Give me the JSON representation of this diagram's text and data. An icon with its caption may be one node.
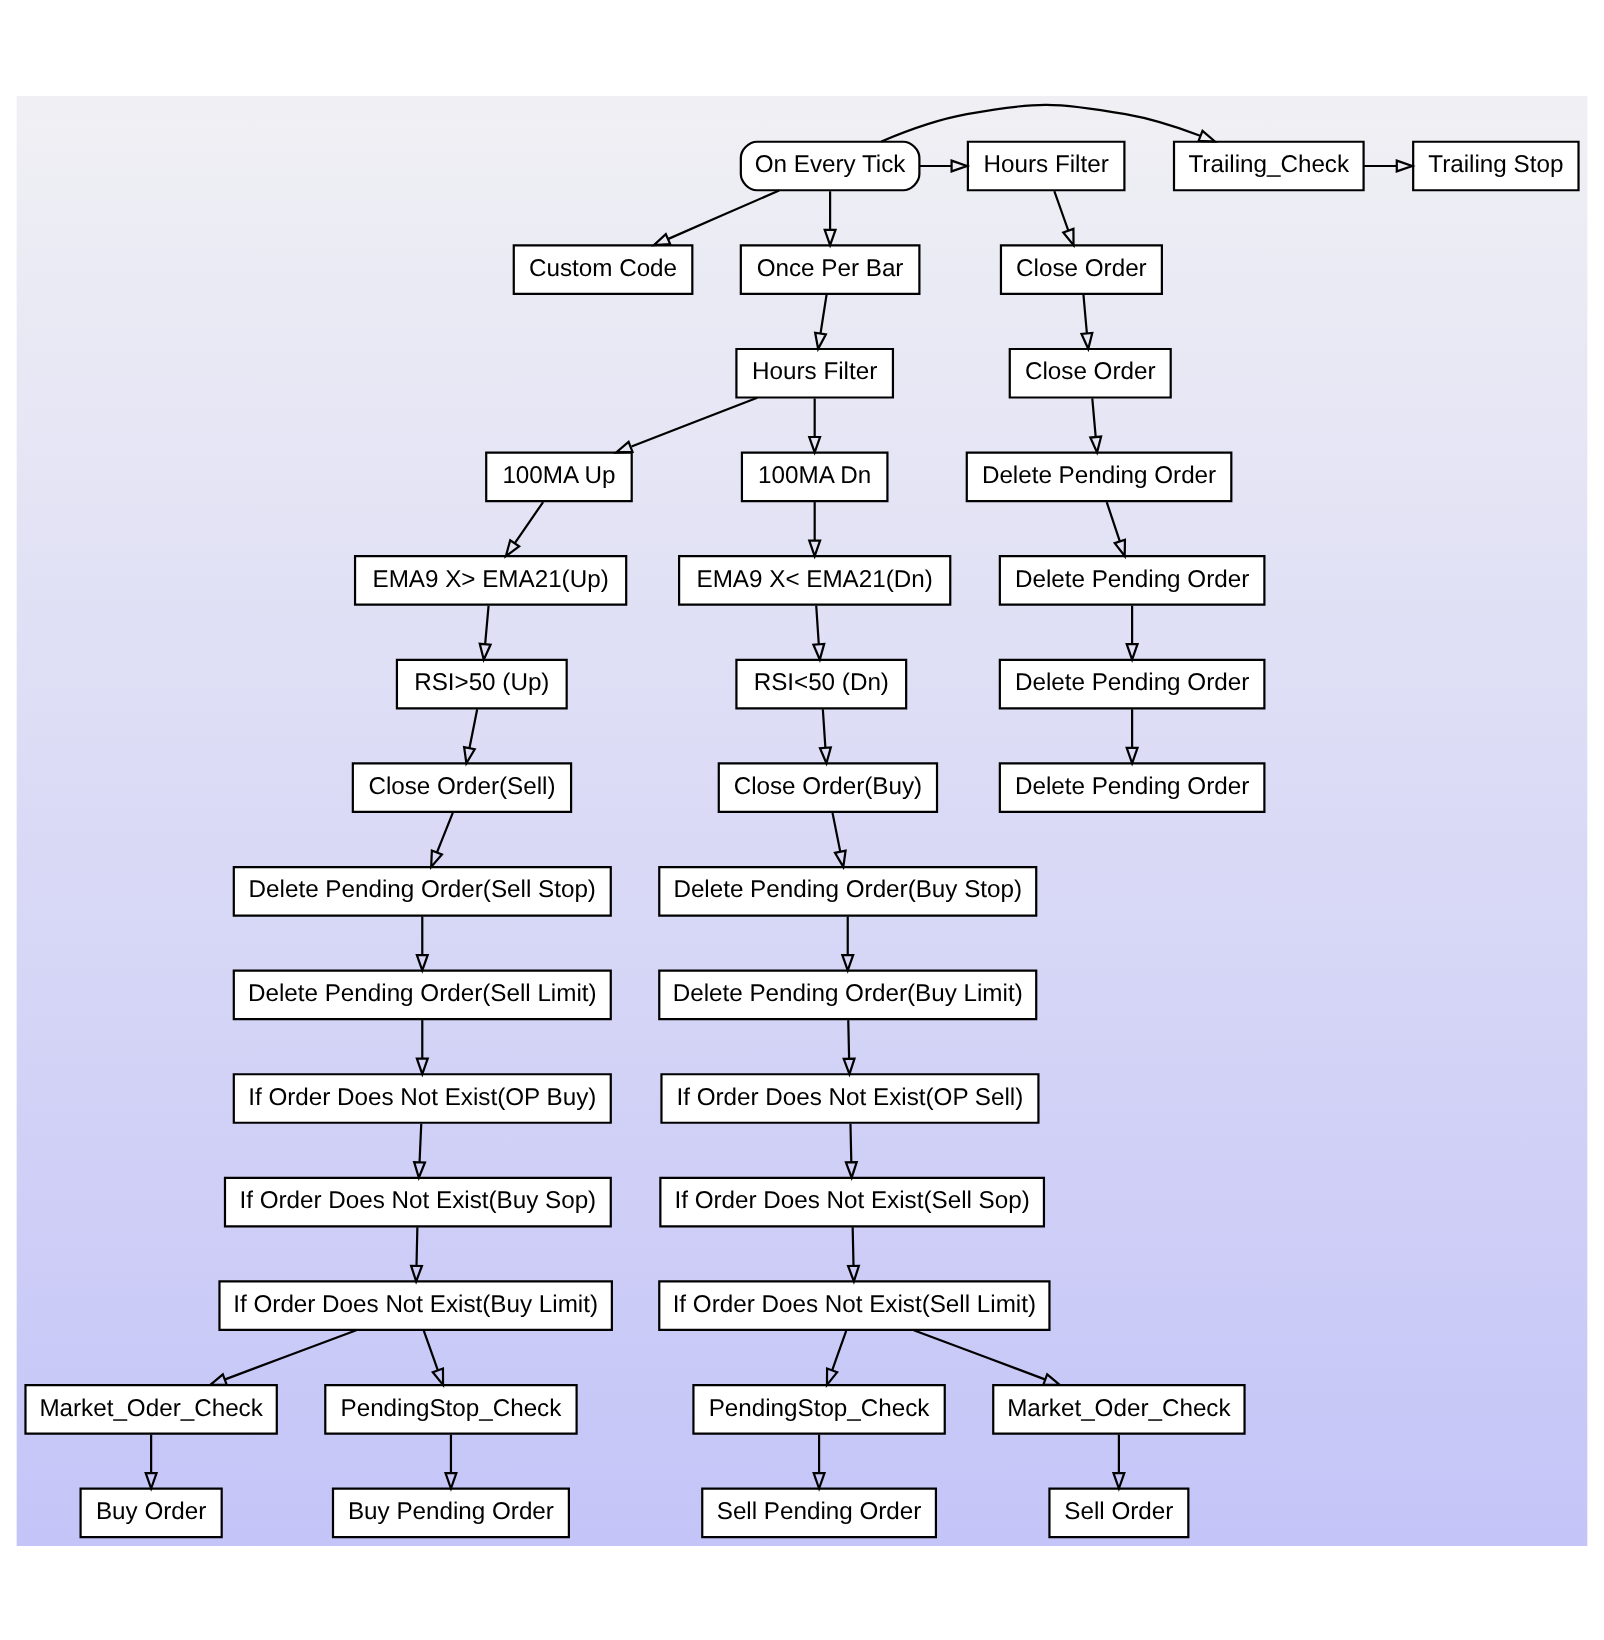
{
  "diagram": {
    "nodes": [
      {
        "text": [
          "Custom Code"
        ]
      },
      {
        "text": [
          "Trailing Stop"
        ]
      },
      {
        "text": [
          "Trailing_Check"
        ]
      },
      {
        "text": [
          "On Every Tick"
        ]
      },
      {
        "text": [
          "Hours Filter"
        ]
      },
      {
        "text": [
          "Once Per Bar"
        ]
      },
      {
        "text": [
          "Close Order"
        ]
      },
      {
        "text": [
          "Hours Filter"
        ]
      },
      {
        "text": [
          "Close Order"
        ]
      },
      {
        "text": [
          "100MA Up"
        ]
      },
      {
        "text": [
          "100MA Dn"
        ]
      },
      {
        "text": [
          "Delete Pending Order"
        ]
      },
      {
        "text": [
          "EMA9 X> EMA21(Up)"
        ]
      },
      {
        "text": [
          "EMA9 X< EMA21(Dn)"
        ]
      },
      {
        "text": [
          "Delete Pending Order"
        ]
      },
      {
        "text": [
          "RSI>50 (Up)"
        ]
      },
      {
        "text": [
          "RSI<50 (Dn)"
        ]
      },
      {
        "text": [
          "Delete Pending Order"
        ]
      },
      {
        "text": [
          "Delete Pending Order"
        ]
      },
      {
        "text": [
          "Close Order(Sell)"
        ]
      },
      {
        "text": [
          "Close Order(Buy)"
        ]
      },
      {
        "text": [
          "Delete Pending Order(Sell Stop)"
        ]
      },
      {
        "text": [
          "Delete Pending Order(Buy Stop)"
        ]
      },
      {
        "text": [
          "Delete Pending Order(Sell Limit)"
        ]
      },
      {
        "text": [
          "Delete Pending Order(Buy Limit)"
        ]
      },
      {
        "text": [
          "If Order Does Not Exist(OP Buy)"
        ]
      },
      {
        "text": [
          "If Order Does Not Exist(OP Sell)"
        ]
      },
      {
        "text": [
          "If Order Does Not Exist(Buy Sop)"
        ]
      },
      {
        "text": [
          "If Order Does Not Exist(Sell Sop)"
        ]
      },
      {
        "text": [
          "If Order Does Not Exist(Buy Limit)"
        ]
      },
      {
        "text": [
          "If Order Does Not Exist(Sell Limit)"
        ]
      },
      {
        "text": [
          "Market_Oder_Check"
        ]
      },
      {
        "text": [
          "PendingStop_Check"
        ]
      },
      {
        "text": [
          "PendingStop_Check"
        ]
      },
      {
        "text": [
          "Market_Oder_Check"
        ]
      },
      {
        "text": [
          "Buy Order"
        ]
      },
      {
        "text": [
          "Buy Pending Order"
        ]
      },
      {
        "text": [
          "Sell Pending Order"
        ]
      },
      {
        "text": [
          "Sell Order"
        ]
      }
    ],
    "edges": [
      {
        "from": 3,
        "to": 0,
        "arrow": "to"
      },
      {
        "from": 3,
        "to": 2,
        "arrow": "to"
      },
      {
        "from": 2,
        "to": 1,
        "arrow": "to"
      },
      {
        "from": 3,
        "to": 4,
        "arrow": "to"
      },
      {
        "from": 3,
        "to": 5,
        "arrow": "to"
      },
      {
        "from": 5,
        "to": 7,
        "arrow": "to"
      },
      {
        "from": 4,
        "to": 6,
        "arrow": "to"
      },
      {
        "from": 6,
        "to": 8,
        "arrow": "to"
      },
      {
        "from": 8,
        "to": 11,
        "arrow": "to"
      },
      {
        "from": 11,
        "to": 14,
        "arrow": "to"
      },
      {
        "from": 14,
        "to": 17,
        "arrow": "to"
      },
      {
        "from": 17,
        "to": 18,
        "arrow": "to"
      },
      {
        "from": 7,
        "to": 9,
        "arrow": "to"
      },
      {
        "from": 7,
        "to": 10,
        "arrow": "to"
      },
      {
        "from": 9,
        "to": 12,
        "arrow": "to"
      },
      {
        "from": 12,
        "to": 15,
        "arrow": "to"
      },
      {
        "from": 15,
        "to": 19,
        "arrow": "to"
      },
      {
        "from": 19,
        "to": 21,
        "arrow": "to"
      },
      {
        "from": 21,
        "to": 23,
        "arrow": "to"
      },
      {
        "from": 23,
        "to": 25,
        "arrow": "to"
      },
      {
        "from": 25,
        "to": 27,
        "arrow": "to"
      },
      {
        "from": 27,
        "to": 29,
        "arrow": "to"
      },
      {
        "from": 29,
        "to": 31,
        "arrow": "to"
      },
      {
        "from": 29,
        "to": 32,
        "arrow": "to"
      },
      {
        "from": 31,
        "to": 35,
        "arrow": "to"
      },
      {
        "from": 32,
        "to": 36,
        "arrow": "to"
      },
      {
        "from": 10,
        "to": 13,
        "arrow": "to"
      },
      {
        "from": 13,
        "to": 16,
        "arrow": "to"
      },
      {
        "from": 16,
        "to": 20,
        "arrow": "to"
      },
      {
        "from": 20,
        "to": 22,
        "arrow": "to"
      },
      {
        "from": 22,
        "to": 24,
        "arrow": "to"
      },
      {
        "from": 24,
        "to": 26,
        "arrow": "to"
      },
      {
        "from": 26,
        "to": 28,
        "arrow": "to"
      },
      {
        "from": 28,
        "to": 30,
        "arrow": "to"
      },
      {
        "from": 30,
        "to": 33,
        "arrow": "to"
      },
      {
        "from": 30,
        "to": 34,
        "arrow": "to"
      },
      {
        "from": 33,
        "to": 37,
        "arrow": "to"
      },
      {
        "from": 34,
        "to": 38,
        "arrow": "to"
      }
    ]
  }
}
